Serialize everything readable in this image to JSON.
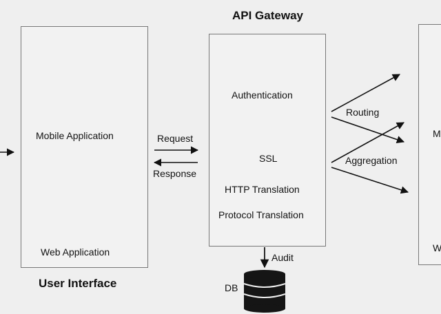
{
  "title": "API Gateway",
  "user_interface": {
    "title": "User Interface",
    "mobile_label": "Mobile Application",
    "web_label": "Web Application"
  },
  "gateway": {
    "authentication": "Authentication",
    "ssl": "SSL",
    "http_translation": "HTTP Translation",
    "protocol_translation": "Protocol Translation"
  },
  "flows": {
    "request": "Request",
    "response": "Response",
    "routing": "Routing",
    "aggregation": "Aggregation",
    "audit": "Audit"
  },
  "db": "DB",
  "right_partial": {
    "letter_top": "M",
    "letter_bottom": "W"
  },
  "colors": {
    "background": "#efefef",
    "box_border": "#777777",
    "ink": "#111111"
  }
}
